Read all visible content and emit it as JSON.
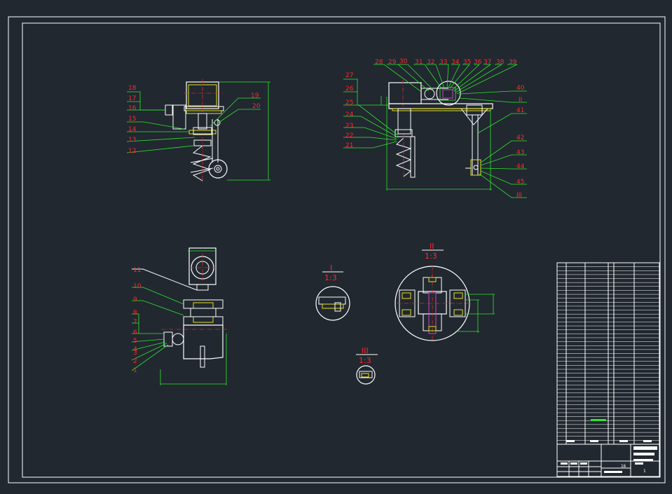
{
  "drawing": {
    "background": "#212830",
    "line_color": "#ffffff",
    "leader_color": "#2ee62e",
    "label_color": "#ff2a2a",
    "centerline_color": "#e02828"
  },
  "views": {
    "side": {
      "labels": [
        "18",
        "17",
        "16",
        "15",
        "14",
        "13",
        "12",
        "19",
        "20"
      ]
    },
    "front": {
      "labels": [
        "27",
        "26",
        "25",
        "24",
        "23",
        "22",
        "21",
        "28",
        "29",
        "30",
        "31",
        "32",
        "33",
        "34",
        "35",
        "36",
        "37",
        "38",
        "39",
        "40",
        "II",
        "41",
        "42",
        "43",
        "44",
        "45",
        "III"
      ]
    },
    "top": {
      "labels": [
        "11",
        "10",
        "9",
        "8",
        "7",
        "6",
        "5",
        "4",
        "3",
        "2",
        "1"
      ]
    }
  },
  "details": [
    {
      "id": "I",
      "scale": "1:3"
    },
    {
      "id": "II",
      "scale": "1:3"
    },
    {
      "id": "III",
      "scale": "1:3"
    }
  ],
  "title_block": {
    "sheet_no": "16",
    "sheet_total": "1",
    "note": "bill-of-materials"
  }
}
